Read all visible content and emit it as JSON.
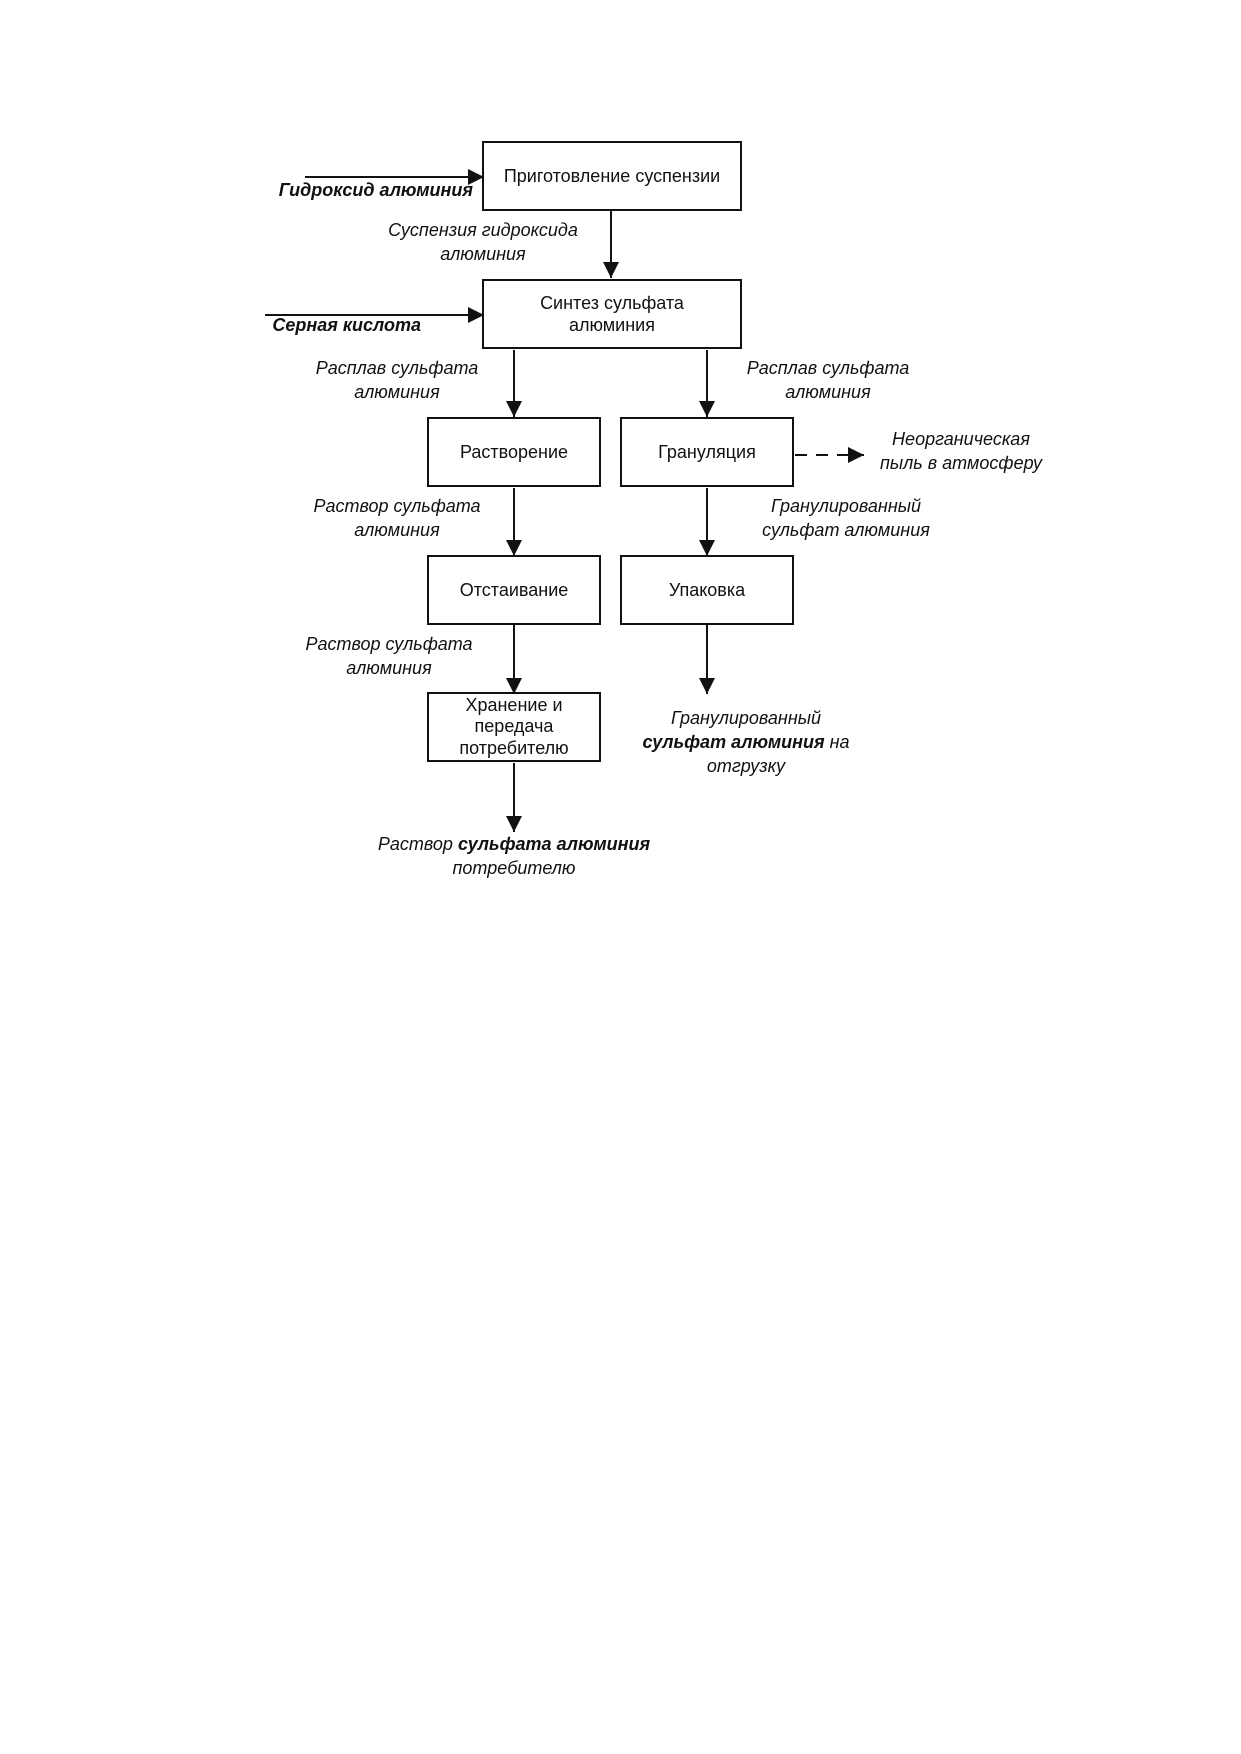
{
  "boxes": {
    "prep": "Приготовление суспензии",
    "synth_1": "Синтез сульфата",
    "synth_2": "алюминия",
    "dissolve": "Растворение",
    "granulate": "Грануляция",
    "settle": "Отстаивание",
    "pack": "Упаковка",
    "store_1": "Хранение и",
    "store_2": "передача",
    "store_3": "потребителю"
  },
  "labels": {
    "input_hydroxide": "Гидроксид алюминия",
    "input_acid": "Серная кислота",
    "suspension_1": "Суспензия гидроксида",
    "suspension_2": "алюминия",
    "melt_left_1": "Расплав сульфата",
    "melt_left_2": "алюминия",
    "melt_right_1": "Расплав сульфата",
    "melt_right_2": "алюминия",
    "dust_1": "Неорганическая",
    "dust_2": "пыль в атмосферу",
    "solution_a_1": "Раствор сульфата",
    "solution_a_2": "алюминия",
    "granulated_1": "Гранулированный",
    "granulated_2": "сульфат алюминия",
    "solution_b_1": "Раствор сульфата",
    "solution_b_2": "алюминия",
    "shipment_1": "Гранулированный",
    "shipment_2_bold": "сульфат алюминия",
    "shipment_2_rest": " на",
    "shipment_3": "отгрузку",
    "output_1_plain": "Раствор ",
    "output_1_bold": "сульфата алюминия",
    "output_2": "потребителю"
  }
}
